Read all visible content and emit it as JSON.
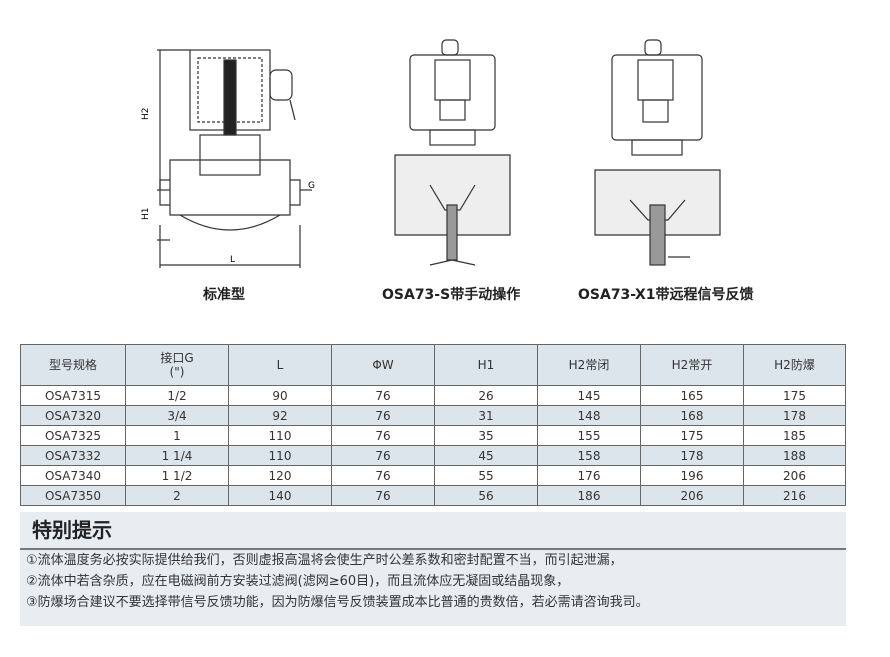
{
  "drawings": {
    "standard": {
      "caption": "标准型",
      "labels": {
        "h2": "H2",
        "h1": "H1",
        "g": "G",
        "l": "L"
      }
    },
    "manual": {
      "caption": "OSA73-S带手动操作"
    },
    "remote": {
      "caption": "OSA73-X1带远程信号反馈"
    }
  },
  "table": {
    "headers": [
      "型号规格",
      "接口G\n(\")",
      "L",
      "ΦW",
      "H1",
      "H2常闭",
      "H2常开",
      "H2防爆"
    ],
    "header_g_line1": "接口G",
    "header_g_line2": "(\")",
    "rows": [
      [
        "OSA7315",
        "1/2",
        "90",
        "76",
        "26",
        "145",
        "165",
        "175"
      ],
      [
        "OSA7320",
        "3/4",
        "92",
        "76",
        "31",
        "148",
        "168",
        "178"
      ],
      [
        "OSA7325",
        "1",
        "110",
        "76",
        "35",
        "155",
        "175",
        "185"
      ],
      [
        "OSA7332",
        "1 1/4",
        "110",
        "76",
        "45",
        "158",
        "178",
        "188"
      ],
      [
        "OSA7340",
        "1 1/2",
        "120",
        "76",
        "55",
        "176",
        "196",
        "206"
      ],
      [
        "OSA7350",
        "2",
        "140",
        "76",
        "56",
        "186",
        "206",
        "216"
      ]
    ]
  },
  "notes": {
    "title": "特别提示",
    "lines": [
      "①流体温度务必按实际提供给我们，否则虚报高温将会使生产时公差系数和密封配置不当，而引起泄漏，",
      "②流体中若含杂质，应在电磁阀前方安装过滤阀(滤网≥60目)，而且流体应无凝固或结晶现象，",
      "③防爆场合建议不要选择带信号反馈功能，因为防爆信号反馈装置成本比普通的贵数倍，若必需请咨询我司。"
    ]
  }
}
